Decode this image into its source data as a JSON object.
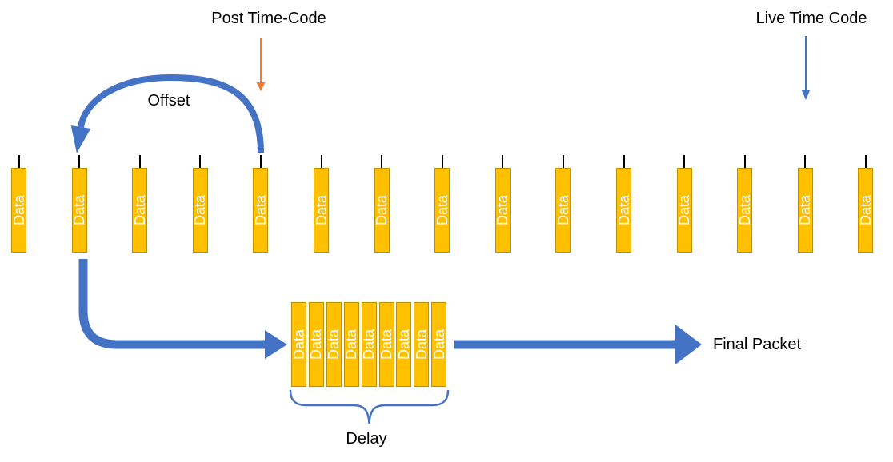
{
  "labels": {
    "post_time_code": "Post Time-Code",
    "live_time_code": "Live Time Code",
    "offset": "Offset",
    "delay": "Delay",
    "final_packet": "Final Packet"
  },
  "timeline": {
    "bar_label": "Data",
    "bar_count": 15
  },
  "buffer_stack": {
    "bar_label": "Data",
    "bar_count": 9
  },
  "colors": {
    "bar_fill": "#FFC000",
    "bar_border": "#BF9000",
    "bar_text": "#FFFFFF",
    "arrow_blue": "#4472C4",
    "arrow_orange": "#ED7D31",
    "label_text": "#000000"
  }
}
